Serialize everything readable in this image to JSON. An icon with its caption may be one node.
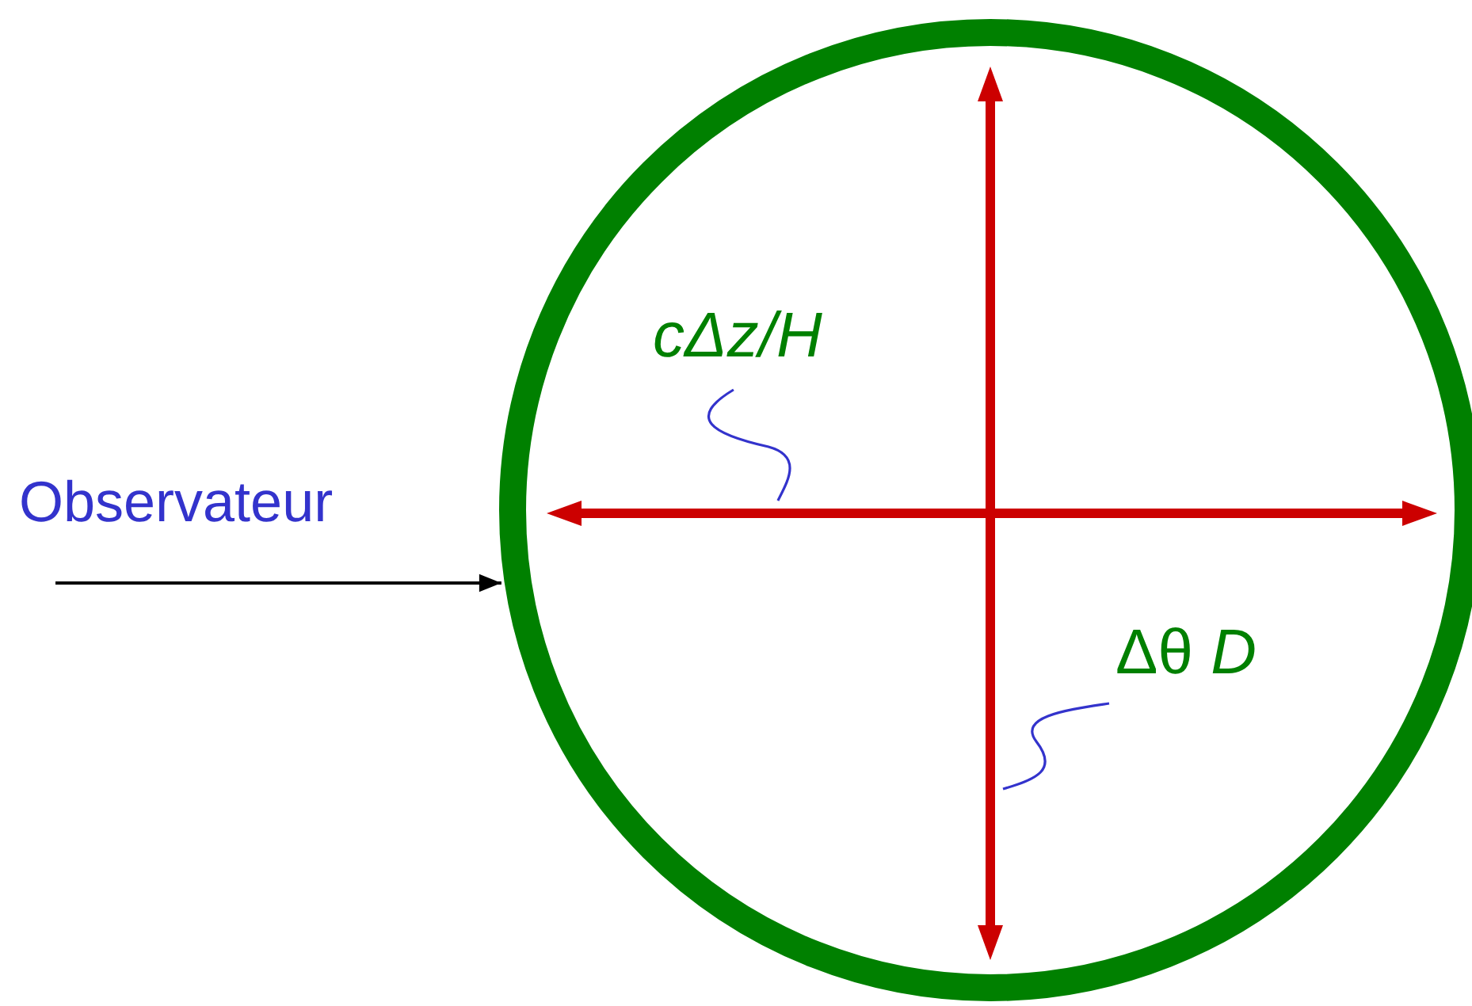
{
  "diagram": {
    "nodes": [
      {
        "text": [],
        "shape": "circle"
      },
      {
        "text": [],
        "shape": "line",
        "in": 0
      },
      {
        "text": [],
        "shape": "line",
        "in": 0
      },
      {
        "text": [
          "cΔz/H"
        ],
        "in": 0
      },
      {
        "text": [
          "Δθ *D*"
        ],
        "in": 0
      }
    ],
    "edges": [
      {
        "from": null,
        "to": 0,
        "arrow": "to",
        "color": "#000000"
      },
      {
        "from": 3,
        "to": 1,
        "arrow": "none",
        "color": "#3333cc"
      },
      {
        "from": 4,
        "to": 2,
        "arrow": "none",
        "color": "#3333cc"
      }
    ],
    "labels": [
      "Observateur"
    ]
  }
}
